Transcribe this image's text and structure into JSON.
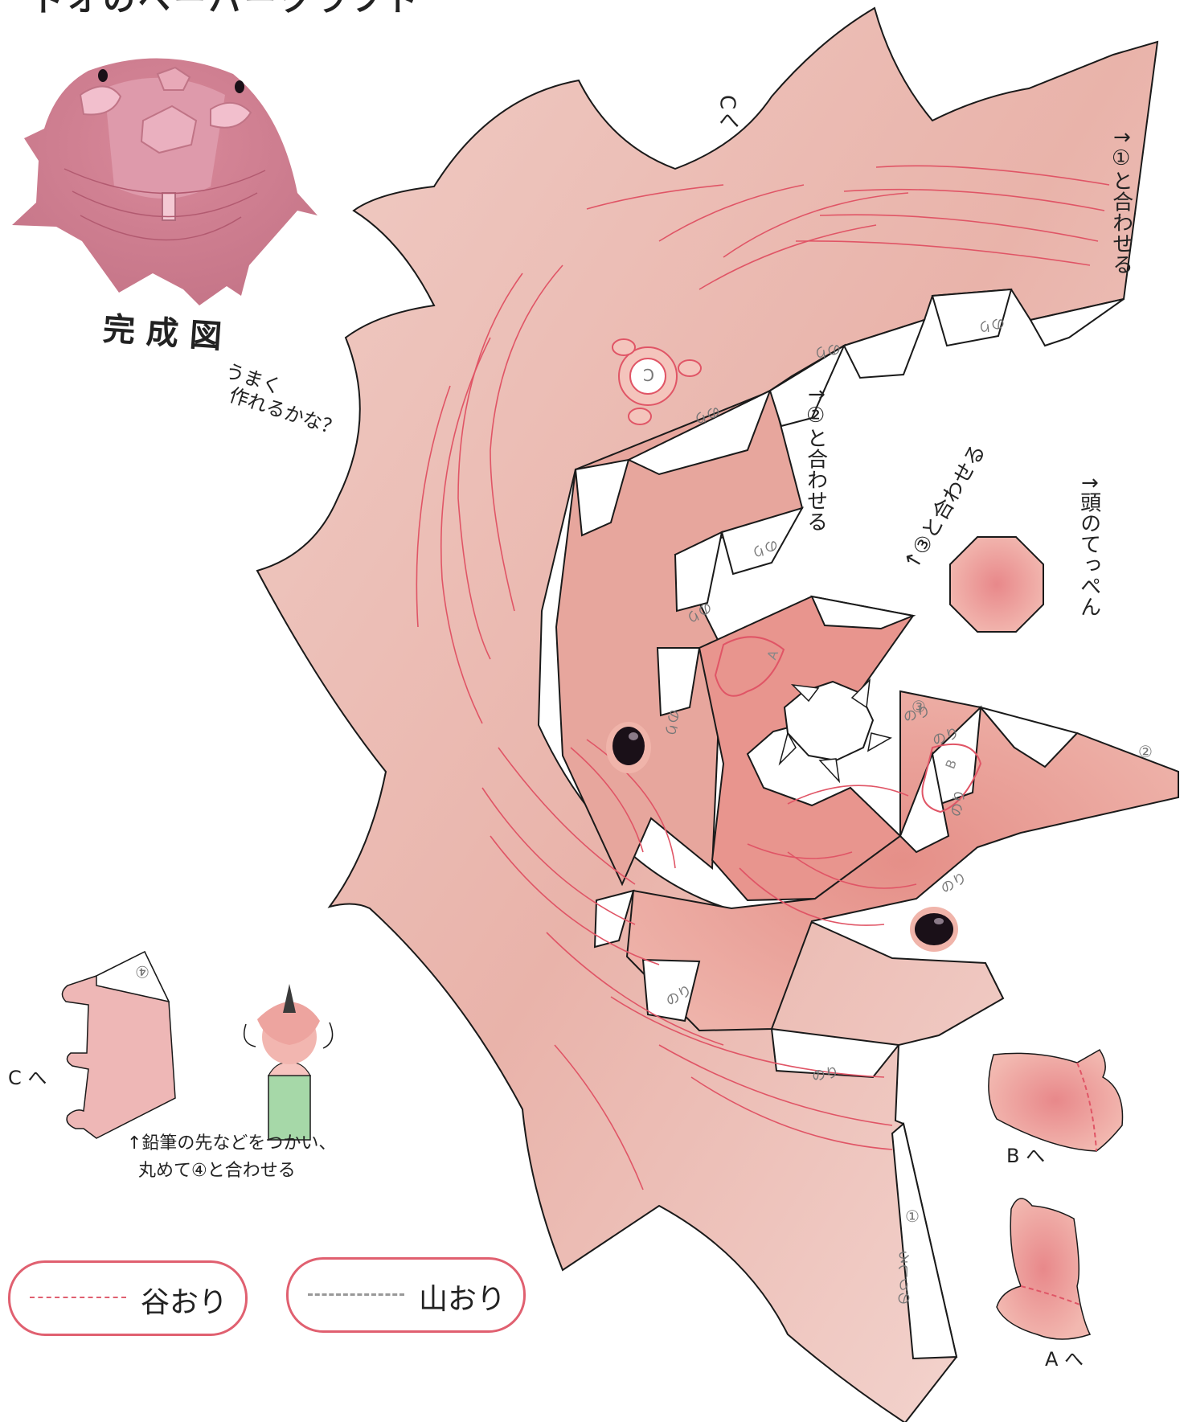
{
  "title_fragment": "ドオのペーパークラフト",
  "completed_label": "完成図",
  "caption": {
    "line1": "うまく",
    "line2": "作れるかな？"
  },
  "instructions": {
    "match1": "↑①と合わせる",
    "match2": "↑②と合わせる",
    "match3": "↑③と合わせる",
    "head_top": "↑頭のてっぺん",
    "pencil_line1": "↑鉛筆の先などをつかい、",
    "pencil_line2": "丸めて④と合わせる"
  },
  "destinations": {
    "c_top": "Cへ",
    "c_left": "C へ",
    "b": "B へ",
    "a": "A へ"
  },
  "tab_labels": {
    "nori": "のり",
    "norishiro": "のりしろ",
    "num1": "①",
    "num2": "②",
    "num3": "③",
    "num4": "④",
    "c_mark": "C",
    "a_mark": "A",
    "b_mark": "B"
  },
  "legend": {
    "valley": "谷おり",
    "mountain": "山おり"
  },
  "colors": {
    "body_pink": "#eab0a8",
    "body_light": "#f3d2cc",
    "face_pink": "#e8948c",
    "accent_red": "#e06070",
    "eye": "#1a1018",
    "stem_green": "#a6d8a8"
  }
}
